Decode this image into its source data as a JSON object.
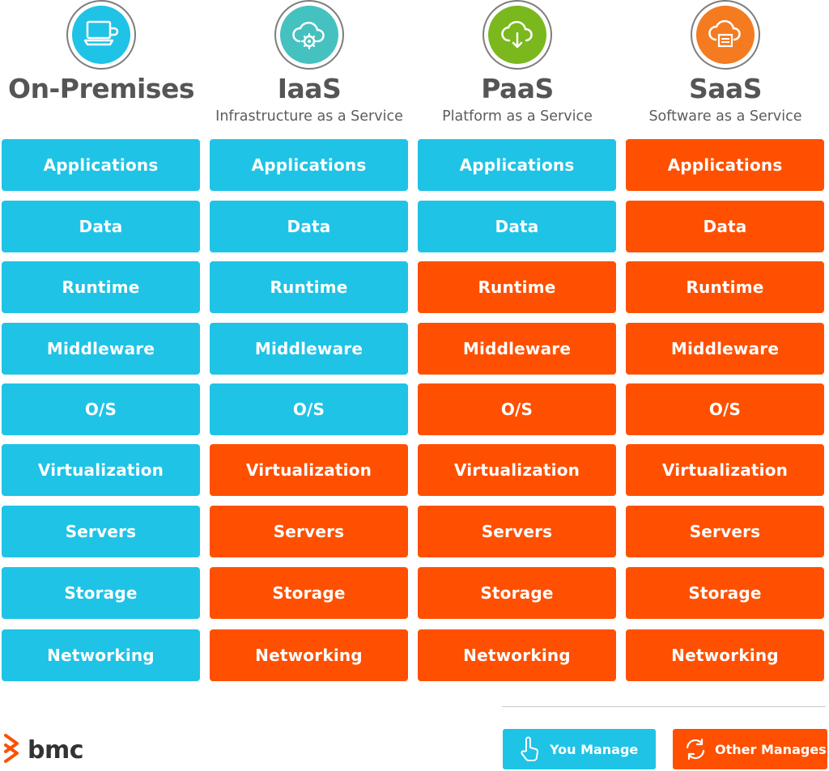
{
  "colors": {
    "you_manage": "#1fc3e6",
    "other_manages": "#fe5000",
    "title": "#555555"
  },
  "columns": [
    {
      "key": "on_premises",
      "title": "On-Premises",
      "subtitle": "",
      "icon": "laptop-icon",
      "icon_color": "#1fc3e6",
      "layers": [
        {
          "label": "Applications",
          "manager": "you"
        },
        {
          "label": "Data",
          "manager": "you"
        },
        {
          "label": "Runtime",
          "manager": "you"
        },
        {
          "label": "Middleware",
          "manager": "you"
        },
        {
          "label": "O/S",
          "manager": "you"
        },
        {
          "label": "Virtualization",
          "manager": "you"
        },
        {
          "label": "Servers",
          "manager": "you"
        },
        {
          "label": "Storage",
          "manager": "you"
        },
        {
          "label": "Networking",
          "manager": "you"
        }
      ]
    },
    {
      "key": "iaas",
      "title": "IaaS",
      "subtitle": "Infrastructure as a Service",
      "icon": "cloud-gear-icon",
      "icon_color": "#45c1c0",
      "layers": [
        {
          "label": "Applications",
          "manager": "you"
        },
        {
          "label": "Data",
          "manager": "you"
        },
        {
          "label": "Runtime",
          "manager": "you"
        },
        {
          "label": "Middleware",
          "manager": "you"
        },
        {
          "label": "O/S",
          "manager": "you"
        },
        {
          "label": "Virtualization",
          "manager": "other"
        },
        {
          "label": "Servers",
          "manager": "other"
        },
        {
          "label": "Storage",
          "manager": "other"
        },
        {
          "label": "Networking",
          "manager": "other"
        }
      ]
    },
    {
      "key": "paas",
      "title": "PaaS",
      "subtitle": "Platform as a Service",
      "icon": "cloud-download-icon",
      "icon_color": "#7ab81e",
      "layers": [
        {
          "label": "Applications",
          "manager": "you"
        },
        {
          "label": "Data",
          "manager": "you"
        },
        {
          "label": "Runtime",
          "manager": "other"
        },
        {
          "label": "Middleware",
          "manager": "other"
        },
        {
          "label": "O/S",
          "manager": "other"
        },
        {
          "label": "Virtualization",
          "manager": "other"
        },
        {
          "label": "Servers",
          "manager": "other"
        },
        {
          "label": "Storage",
          "manager": "other"
        },
        {
          "label": "Networking",
          "manager": "other"
        }
      ]
    },
    {
      "key": "saas",
      "title": "SaaS",
      "subtitle": "Software as a Service",
      "icon": "cloud-document-icon",
      "icon_color": "#f47b20",
      "layers": [
        {
          "label": "Applications",
          "manager": "other"
        },
        {
          "label": "Data",
          "manager": "other"
        },
        {
          "label": "Runtime",
          "manager": "other"
        },
        {
          "label": "Middleware",
          "manager": "other"
        },
        {
          "label": "O/S",
          "manager": "other"
        },
        {
          "label": "Virtualization",
          "manager": "other"
        },
        {
          "label": "Servers",
          "manager": "other"
        },
        {
          "label": "Storage",
          "manager": "other"
        },
        {
          "label": "Networking",
          "manager": "other"
        }
      ]
    }
  ],
  "legend": {
    "you_manage": "You Manage",
    "other_manages": "Other Manages",
    "you_icon": "hand-pointer-icon",
    "other_icon": "cycle-arrows-icon"
  },
  "logo": {
    "text": "bmc",
    "icon": "bmc-chevron-icon"
  }
}
